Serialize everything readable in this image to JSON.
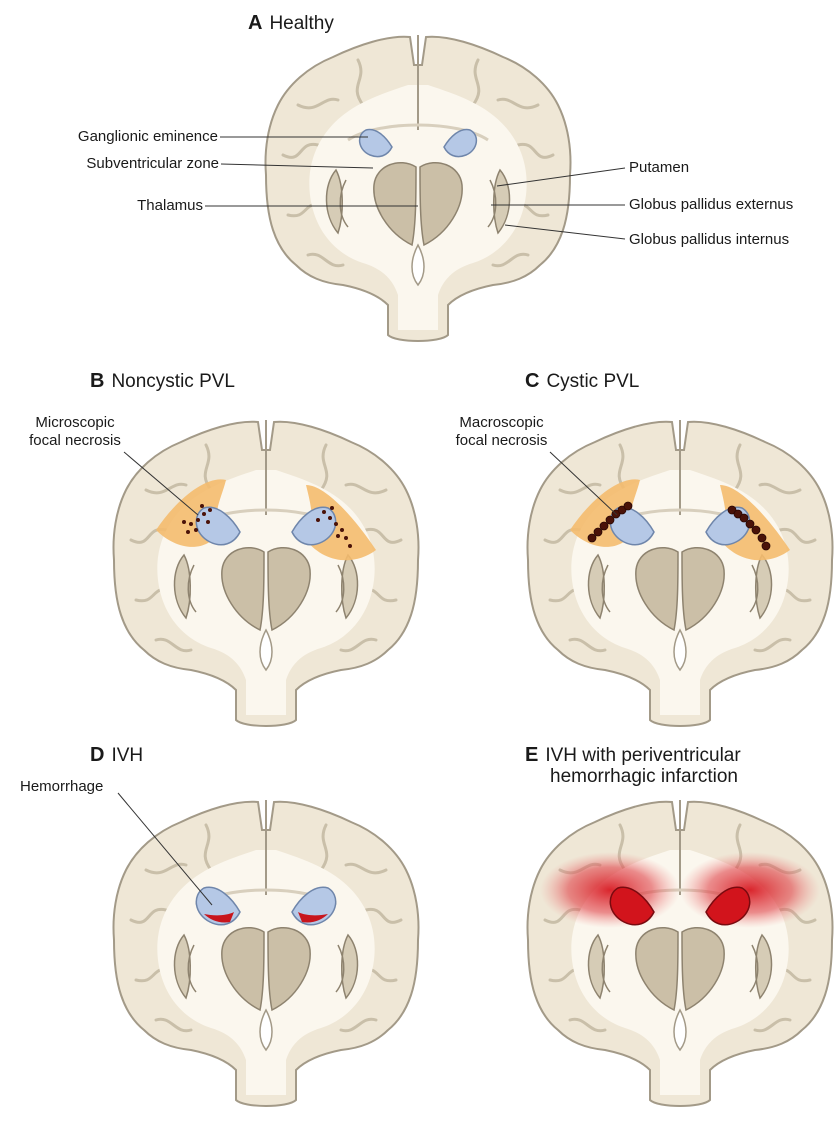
{
  "panels": {
    "a": {
      "letter": "A",
      "title": "Healthy"
    },
    "b": {
      "letter": "B",
      "title": "Noncystic PVL"
    },
    "c": {
      "letter": "C",
      "title": "Cystic PVL"
    },
    "d": {
      "letter": "D",
      "title": "IVH"
    },
    "e": {
      "letter": "E",
      "title_line1": "IVH with periventricular",
      "title_line2": "hemorrhagic infarction"
    }
  },
  "labels": {
    "ganglionic_eminence": "Ganglionic eminence",
    "subventricular_zone": "Subventricular zone",
    "thalamus": "Thalamus",
    "putamen": "Putamen",
    "globus_pallidus_externus": "Globus pallidus externus",
    "globus_pallidus_internus": "Globus pallidus internus",
    "microscopic_line1": "Microscopic",
    "microscopic_line2": "focal necrosis",
    "macroscopic_line1": "Macroscopic",
    "macroscopic_line2": "focal necrosis",
    "hemorrhage": "Hemorrhage"
  },
  "colors": {
    "brain_fill": "#efe7d6",
    "brain_outline": "#a39a88",
    "white_matter": "#fbf7ee",
    "ventricle": "#b5c8e6",
    "deep_gray": "#cbbfa7",
    "pvl_orange": "#f4bb6e",
    "necrosis": "#4a1208",
    "hemorrhage": "#c8151c"
  }
}
